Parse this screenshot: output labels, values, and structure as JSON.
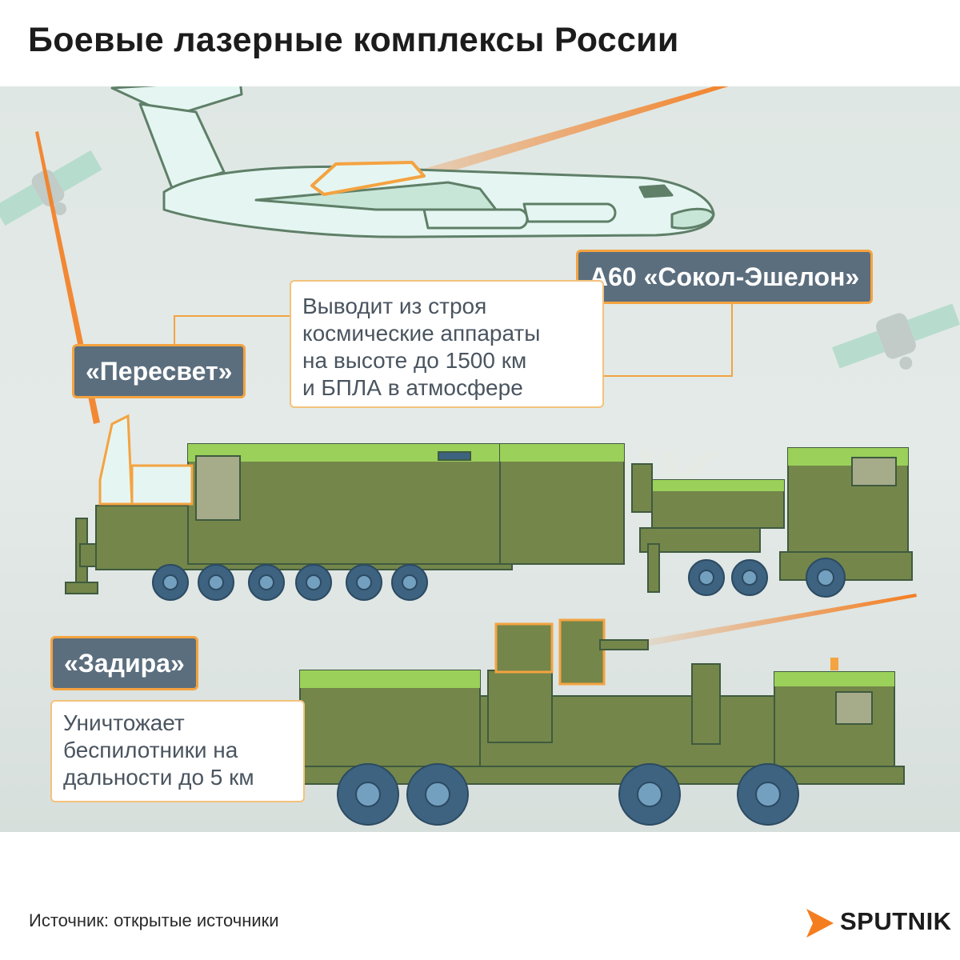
{
  "title": "Боевые лазерные комплексы России",
  "complexes": [
    {
      "name": "А60 «Сокол-Эшелон»",
      "description": [
        "Выводит из строя",
        "космические аппараты",
        "на высоте до 1500 км",
        "и БПЛА в атмосфере"
      ]
    },
    {
      "name": "«Пересвет»"
    },
    {
      "name": "«Задира»",
      "description": [
        "Уничтожает",
        "беспилотники на",
        "дальности до 5 км"
      ]
    }
  ],
  "watermark": "SPUTNIK",
  "source": "Источник: открытые источники",
  "logo": "SPUTNIK",
  "colors": {
    "accent": "#f47d20",
    "label_bg": "#5b6e7e",
    "label_border": "#f4a340",
    "vehicle_green": "#74864a",
    "vehicle_highlight": "#9bd05a",
    "wheel_blue": "#3d6380",
    "aircraft": "#e5f6f2"
  },
  "icons": [
    "satellite-icon",
    "aircraft-icon",
    "laser-beam-icon",
    "truck-icon",
    "sputnik-logo-icon"
  ]
}
